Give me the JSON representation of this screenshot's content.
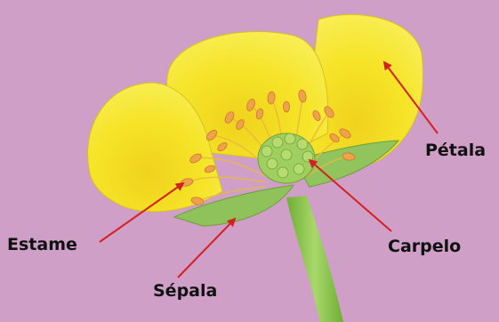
{
  "labels": {
    "petal": "Pétala",
    "carpel": "Carpelo",
    "stamen": "Estame",
    "sepal": "Sépala"
  },
  "colors": {
    "background": "#cf9fc8",
    "petal": "#f4e324",
    "petal_shade": "#d9c21a",
    "sepal": "#8fc25a",
    "stem": "#8cc34a",
    "stamen": "#f0a24a",
    "arrow": "#d42020"
  }
}
